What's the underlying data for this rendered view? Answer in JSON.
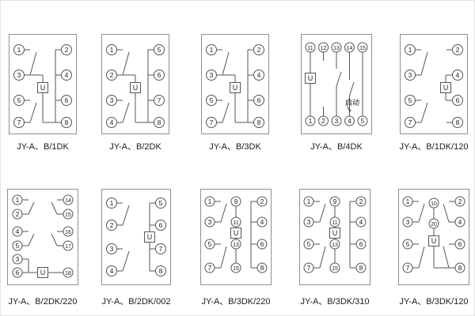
{
  "style": {
    "background": "#ffffff",
    "border_color": "#8f8f8f",
    "wire_color": "#555555",
    "text_color": "#222222",
    "caption_color": "#1c1c1c"
  },
  "coil_symbol": "U",
  "diagrams": [
    {
      "label": "JY-A、B/1DK",
      "type": "lr",
      "u_pos": "center",
      "left": [
        "1",
        "3",
        "5",
        "7"
      ],
      "right": [
        "2",
        "4",
        "6",
        "8"
      ],
      "u": "U"
    },
    {
      "label": "JY-A、B/2DK",
      "type": "lr",
      "u_pos": "center",
      "left": [
        "1",
        "2",
        "3",
        "4"
      ],
      "right": [
        "5",
        "6",
        "7",
        "8"
      ],
      "u": "U"
    },
    {
      "label": "JY-A、B/3DK",
      "type": "lr",
      "u_pos": "center",
      "left": [
        "1",
        "3",
        "5",
        "7"
      ],
      "right": [
        "2",
        "4",
        "6",
        "8"
      ],
      "u": "U"
    },
    {
      "label": "JY-A、B/4DK",
      "type": "tb",
      "top": [
        "11",
        "12",
        "13",
        "14",
        "15"
      ],
      "bottom": [
        "1",
        "2",
        "3",
        "4",
        "5"
      ],
      "u": "U",
      "note": "启动"
    },
    {
      "label": "JY-A、B/1DK/120",
      "type": "lr",
      "u_pos": "right",
      "left": [
        "1",
        "3",
        "5",
        "7"
      ],
      "right": [
        "2",
        "4",
        "6",
        "8"
      ],
      "u": "U"
    },
    {
      "label": "JY-A、B/2DK/220",
      "type": "lr65",
      "left": [
        "1",
        "2",
        "4",
        "5",
        "3",
        "6"
      ],
      "right": [
        "14",
        "15",
        "16",
        "17",
        "18"
      ],
      "u": "U"
    },
    {
      "label": "JY-A、B/2DK/002",
      "type": "lr",
      "u_pos": "right-inline",
      "left": [
        "1",
        "2",
        "3",
        "4"
      ],
      "right": [
        "5",
        "6",
        "7",
        "8"
      ],
      "u": "U"
    },
    {
      "label": "JY-A、B/3DK/220",
      "type": "3col",
      "left": [
        "1",
        "3",
        "5",
        "7"
      ],
      "mid": [
        "9",
        "11",
        "13",
        "15"
      ],
      "right": [
        "2",
        "4",
        "6",
        "8"
      ],
      "u": "U"
    },
    {
      "label": "JY-A、B/3DK/310",
      "type": "3col",
      "left": [
        "1",
        "3",
        "5",
        "7"
      ],
      "mid": [
        "9",
        "11",
        "13",
        "15"
      ],
      "right": [
        "2",
        "4",
        "6",
        "8"
      ],
      "u": "U"
    },
    {
      "label": "JY-A、B/3DK/120",
      "type": "3col2",
      "left": [
        "1",
        "3",
        "5",
        "7"
      ],
      "mid": [
        "10",
        "20"
      ],
      "right": [
        "2",
        "4",
        "6",
        "8"
      ],
      "u": "U"
    }
  ]
}
